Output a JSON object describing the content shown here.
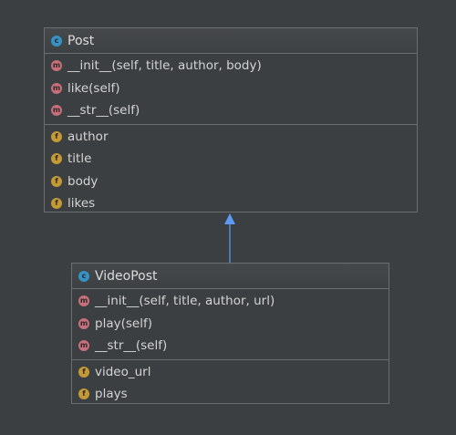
{
  "classes": [
    {
      "name": "Post",
      "methods": [
        "__init__(self, title, author, body)",
        "like(self)",
        "__str__(self)"
      ],
      "fields": [
        "author",
        "title",
        "body",
        "likes"
      ]
    },
    {
      "name": "VideoPost",
      "methods": [
        "__init__(self, title, author, url)",
        "play(self)",
        "__str__(self)"
      ],
      "fields": [
        "video_url",
        "plays"
      ]
    }
  ],
  "relations": [
    {
      "type": "inheritance",
      "from": "VideoPost",
      "to": "Post"
    }
  ],
  "badges": {
    "class": "c",
    "method": "m",
    "field": "f"
  },
  "colors": {
    "background": "#3c3f41",
    "border": "#6b6e70",
    "text": "#d4d4d4",
    "class_badge": "#3592c4",
    "method_badge": "#c76f7a",
    "field_badge": "#c49a33",
    "arrow": "#5b9bf5"
  }
}
